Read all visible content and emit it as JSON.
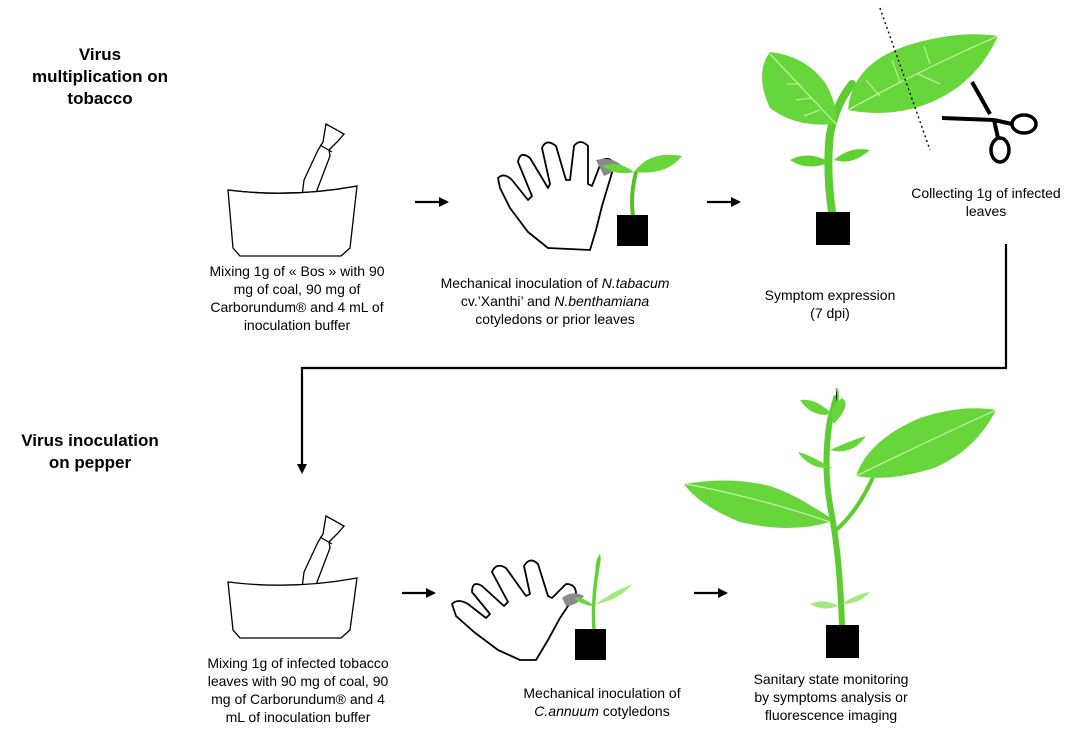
{
  "section_top": {
    "title_lines": [
      "Virus",
      "multiplication on",
      "tobacco"
    ]
  },
  "section_bottom": {
    "title_lines": [
      "Virus inoculation",
      "on pepper"
    ]
  },
  "steps_top": {
    "mix": {
      "lines": [
        "Mixing 1g of « Bos » with 90",
        "mg of coal, 90 mg of",
        "Carborundum® and 4 mL of",
        "inoculation buffer"
      ]
    },
    "inoculate": {
      "line1_a": "Mechanical inoculation of ",
      "line1_b": "N.tabacum",
      "line2_a": "cv.’Xanthi’ and ",
      "line2_b": "N.benthamiana",
      "line3": "cotyledons or prior leaves"
    },
    "symptom": {
      "lines": [
        "Symptom expression",
        "(7 dpi)"
      ]
    },
    "collect": {
      "lines": [
        "Collecting 1g of infected",
        "leaves"
      ]
    }
  },
  "steps_bottom": {
    "mix": {
      "lines": [
        "Mixing 1g of infected tobacco",
        "leaves with 90 mg of coal, 90",
        "mg of Carborundum® and 4",
        "mL of inoculation buffer"
      ]
    },
    "inoculate": {
      "line1": "Mechanical inoculation of",
      "line2_a": "C.annuum",
      "line2_b": " cotyledons"
    },
    "monitor": {
      "lines": [
        "Sanitary state monitoring",
        "by symptoms analysis or",
        "fluorescence imaging"
      ]
    }
  },
  "colors": {
    "leaf": "#66d63a",
    "leaf_dark": "#4fc12a",
    "leaf_light": "#a6ea7e",
    "vein": "#c9f2a8",
    "pot": "#000000",
    "glove_tip": "#8a8a8a"
  },
  "icons": [
    "mortar-pestle-icon",
    "gloved-hand-icon",
    "seedling-icon",
    "plant-icon",
    "scissors-icon",
    "arrow-icon"
  ]
}
